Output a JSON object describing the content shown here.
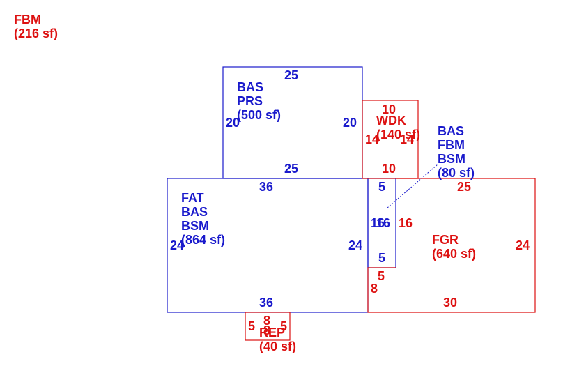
{
  "colors": {
    "blue": "#1a1acc",
    "red": "#dd1111"
  },
  "fbm_label": {
    "name": "FBM",
    "area": "(216 sf)"
  },
  "bas_prs": {
    "lines": [
      "BAS",
      "PRS",
      "(500 sf)"
    ],
    "dims": {
      "top": "25",
      "left": "20",
      "right": "20",
      "bottom": "25"
    }
  },
  "wdk": {
    "lines": [
      "WDK",
      "(140 sf)"
    ],
    "dims": {
      "top": "10",
      "left": "14",
      "right": "14",
      "bottom": "10"
    }
  },
  "bas_fbm_bsm": {
    "lines": [
      "BAS",
      "FBM",
      "BSM",
      "(80 sf)"
    ],
    "dims": {
      "top": "5",
      "left": "16",
      "right": "16",
      "bottom": "5"
    }
  },
  "fat_bas_bsm": {
    "lines": [
      "FAT",
      "BAS",
      "BSM",
      "(864 sf)"
    ],
    "dims": {
      "top": "36",
      "left": "24",
      "right": "24",
      "bottom": "36"
    }
  },
  "fgr": {
    "lines": [
      "FGR",
      "(640 sf)"
    ],
    "dims": {
      "top": "25",
      "right": "24",
      "bottom": "30",
      "left_upper": "16",
      "left_step": "5",
      "left_lower": "8"
    }
  },
  "rep": {
    "lines": [
      "REP",
      "(40 sf)"
    ],
    "dims": {
      "top": "8",
      "left": "5",
      "right": "5",
      "bottom": "8"
    }
  }
}
